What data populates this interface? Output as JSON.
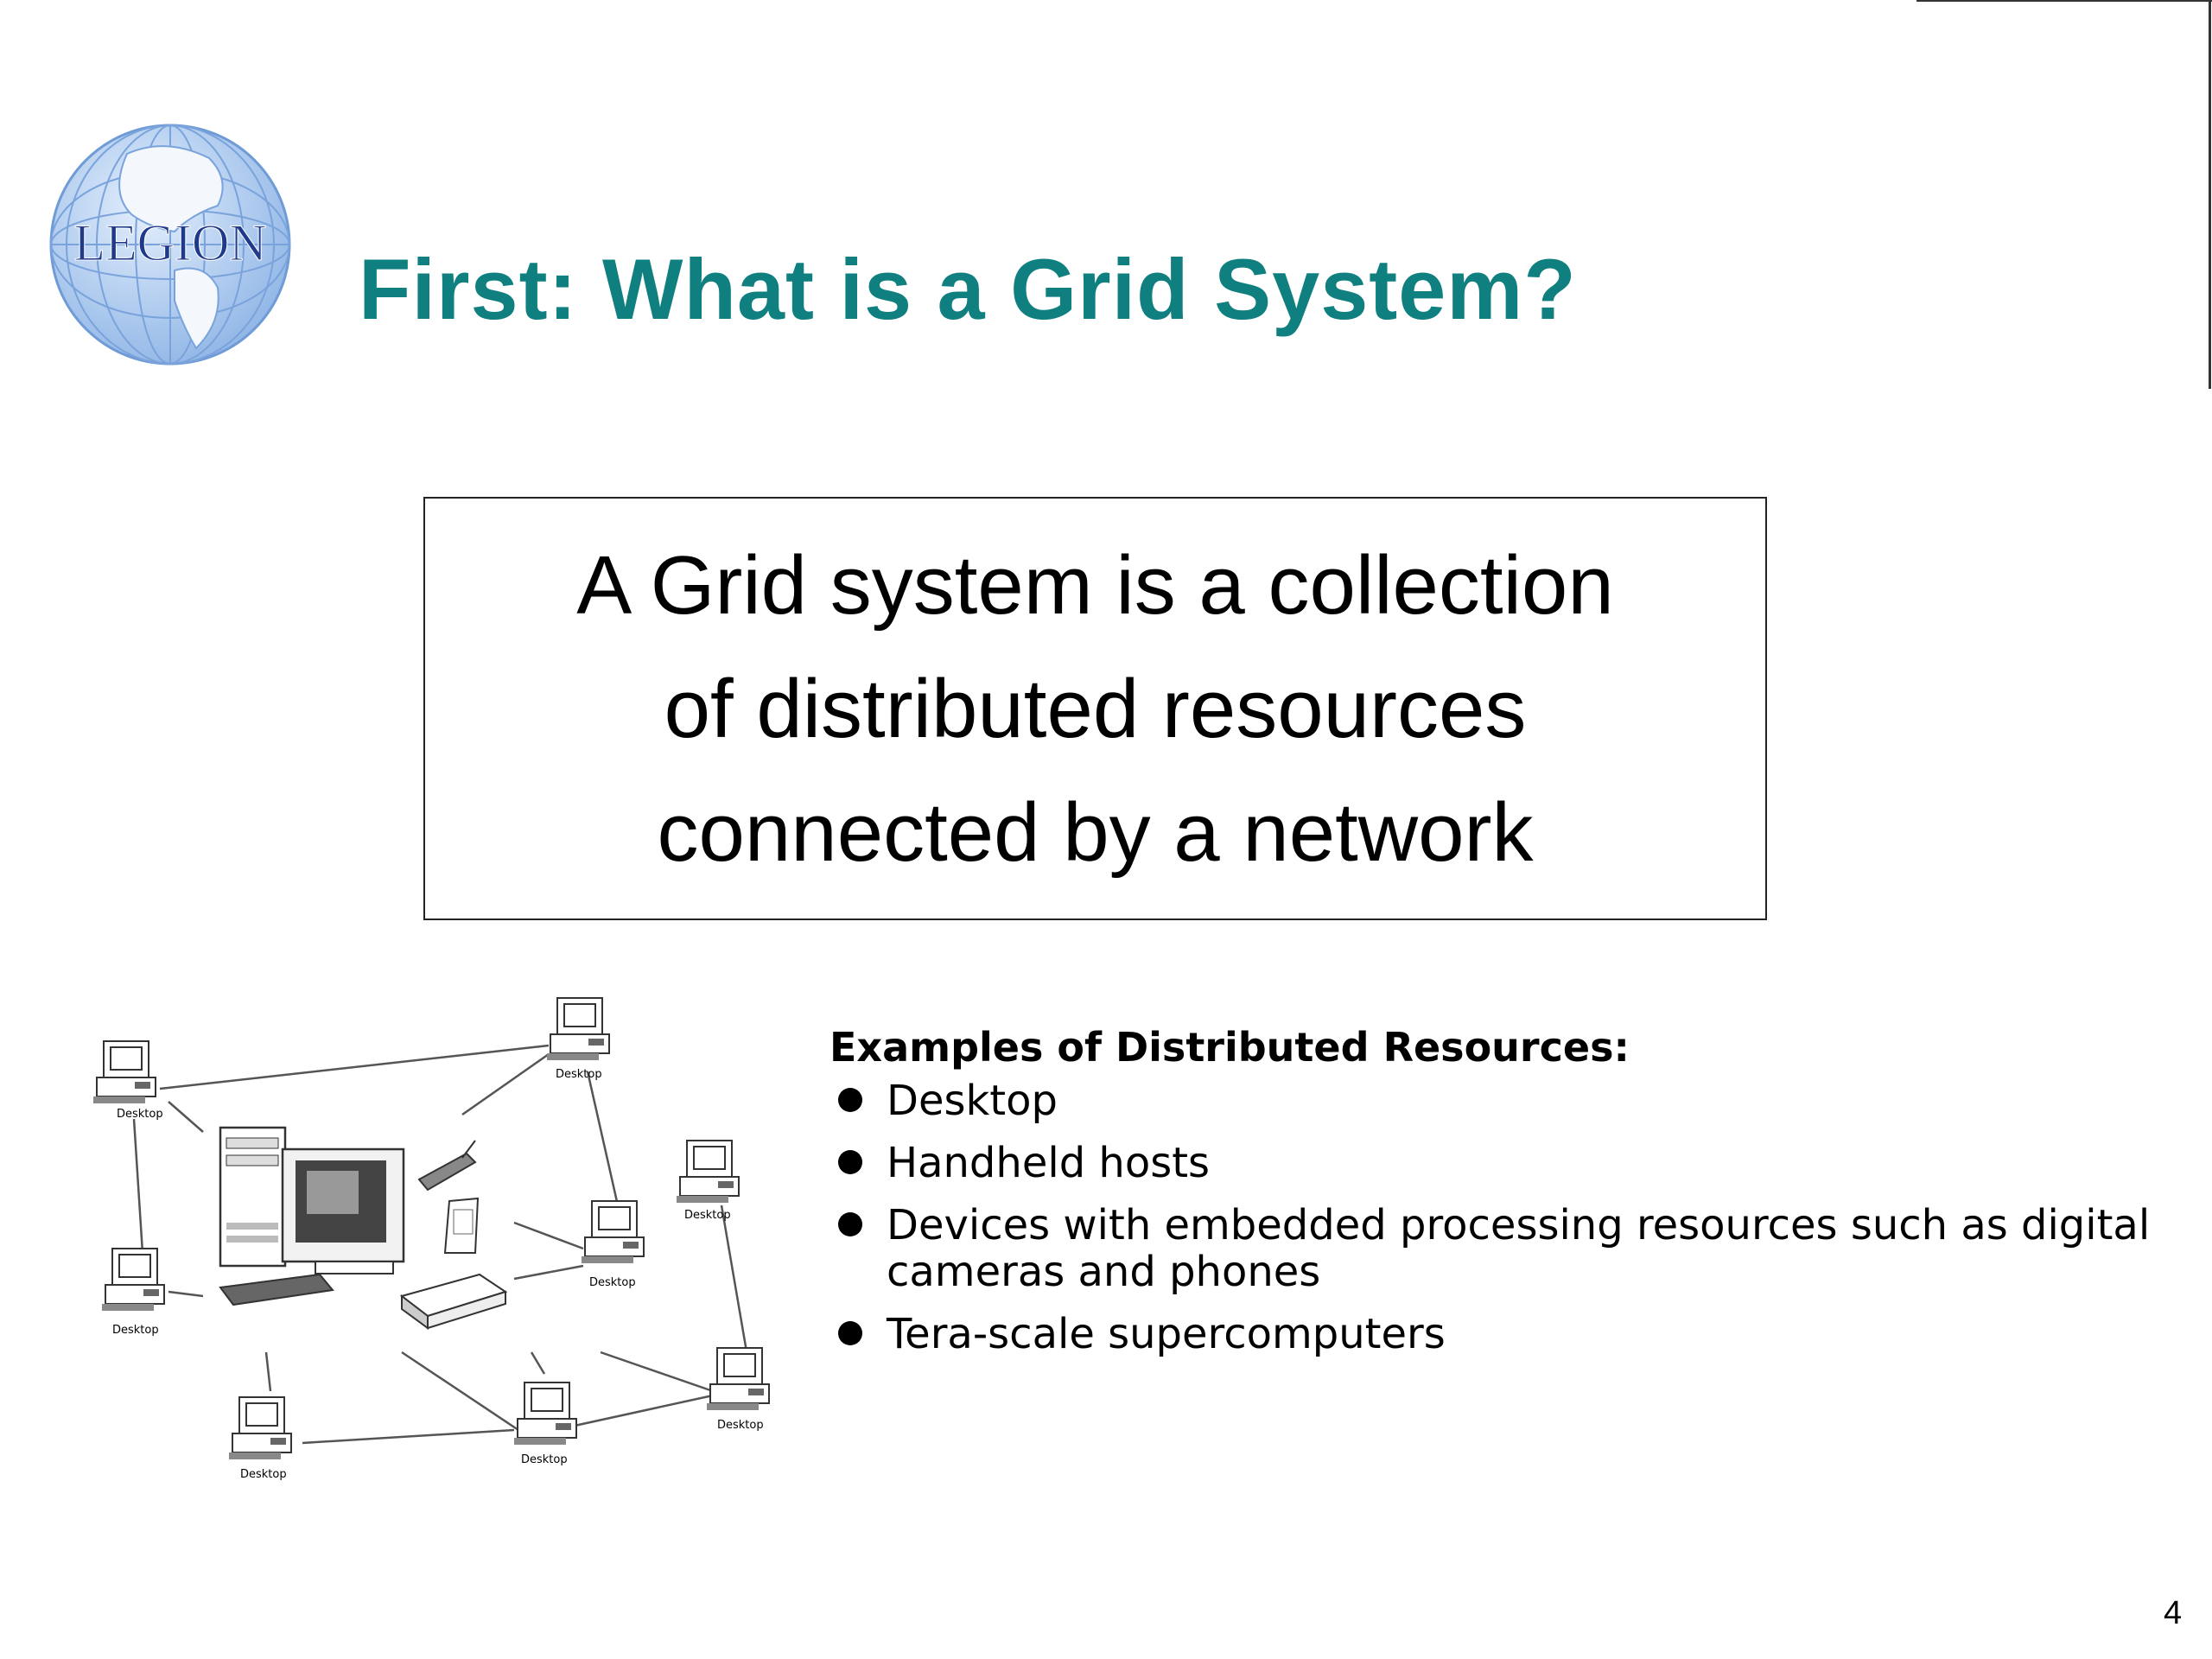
{
  "logo": {
    "text": "LEGION",
    "icon": "globe-icon"
  },
  "title": "First: What is a Grid System?",
  "definition": {
    "lines": [
      "A Grid system is a collection",
      "of distributed resources",
      "connected by a network"
    ]
  },
  "diagram": {
    "node_label": "Desktop",
    "icons": [
      "desktop-computer-icon",
      "server-tower-icon",
      "cell-phone-icon",
      "handheld-pda-icon",
      "network-hub-icon"
    ]
  },
  "examples": {
    "heading": "Examples of Distributed Resources:",
    "items": [
      "Desktop",
      "Handheld hosts",
      "Devices with embedded processing resources such as digital cameras and phones",
      "Tera-scale supercomputers"
    ]
  },
  "page_number": "4",
  "colors": {
    "title": "#0f7f7f",
    "logo_text": "#1f3a8a",
    "globe": "#a9c8ee"
  }
}
